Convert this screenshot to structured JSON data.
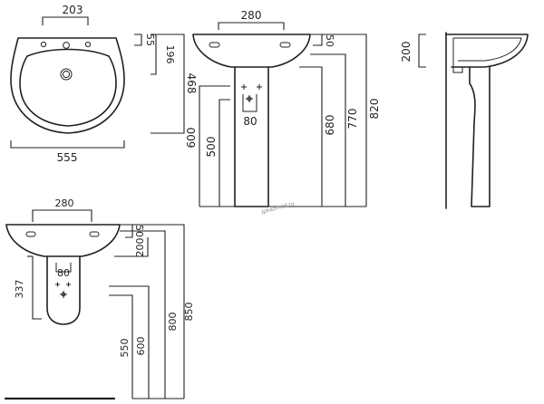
{
  "top_view": {
    "tap_spacing": "203",
    "rim_height": "55",
    "bowl_height": "196",
    "depth": "468",
    "width": "555"
  },
  "front_view": {
    "top_width": "280",
    "rim_offset": "50",
    "hole_height": "600",
    "pedestal_low": "500",
    "outlet_width": "80",
    "basin_lower": "680",
    "basin_middle": "770",
    "overall": "820",
    "watermark": "jpkazmed.ru"
  },
  "side_view": {
    "bowl_height": "200"
  },
  "wall_view": {
    "top_width": "280",
    "rim_offset": "50",
    "bowl_height": "200",
    "outlet_width": "80",
    "semi_pedestal_height": "337",
    "floor_low": "550",
    "floor_mid": "600",
    "floor_high": "800",
    "overall": "850"
  },
  "colors": {
    "line": "#231f20",
    "background": "#ffffff",
    "watermark": "#8a8a8a"
  }
}
